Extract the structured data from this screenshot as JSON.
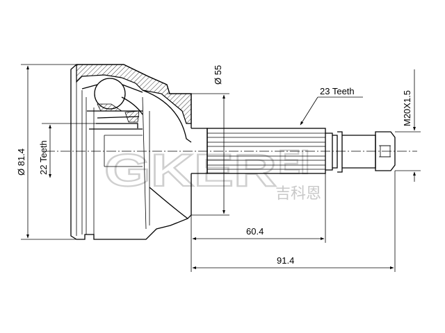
{
  "dimensions": {
    "outer_diameter": "Ø 81.4",
    "inner_teeth": "22 Teeth",
    "shaft_diameter": "Ø 55",
    "outer_teeth": "23 Teeth",
    "thread": "M20X1.5",
    "length_spline": "60.4",
    "length_total": "91.4"
  },
  "watermark": {
    "brand": "GKER",
    "brand_tail": "EI",
    "chinese": "吉科恩"
  },
  "colors": {
    "line": "#000000",
    "hatch": "#000000",
    "watermark": "#cfcfcf"
  }
}
